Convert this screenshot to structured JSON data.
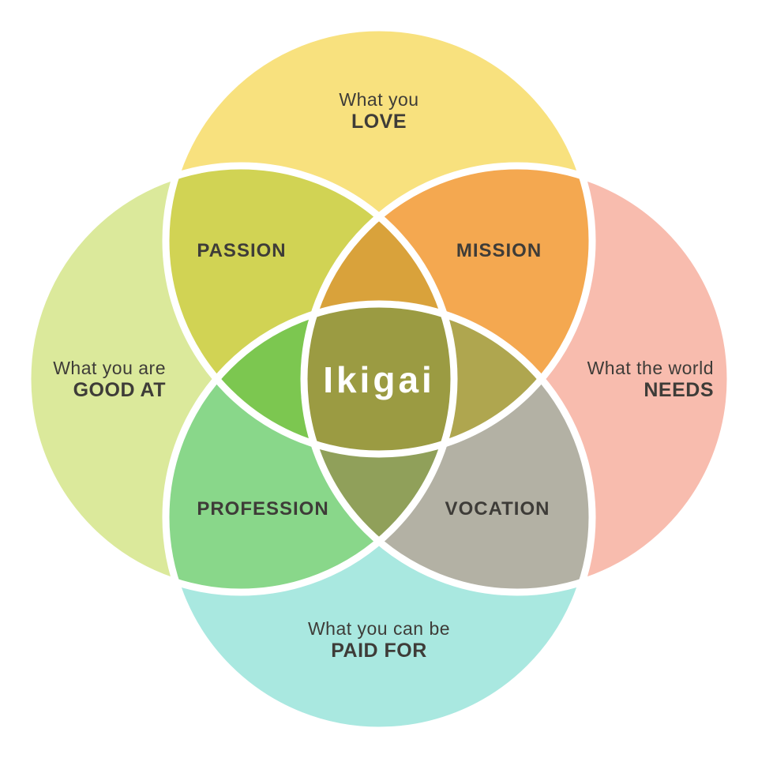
{
  "diagram": {
    "stroke_color": "#FFFFFF",
    "label_text_color": "#3E3C38",
    "center": {
      "label": "Ikigai",
      "color": "#9B9B42",
      "text_color": "#FFFFFF"
    },
    "circles": {
      "love": {
        "line1": "What you",
        "line2": "LOVE",
        "color": "#F8E17E"
      },
      "good_at": {
        "line1": "What you are",
        "line2": "GOOD AT",
        "color": "#DBE99B"
      },
      "needs": {
        "line1": "What the world",
        "line2": "NEEDS",
        "color": "#F8BCAE"
      },
      "paid_for": {
        "line1": "What you can be",
        "line2": "PAID FOR",
        "color": "#A9E8E0"
      }
    },
    "overlaps": {
      "passion": {
        "label": "PASSION",
        "color": "#D1D354"
      },
      "mission": {
        "label": "MISSION",
        "color": "#F4A850"
      },
      "profession": {
        "label": "PROFESSION",
        "color": "#89D78A"
      },
      "vocation": {
        "label": "VOCATION",
        "color": "#B3B1A4"
      },
      "love_goodat_needs": {
        "color": "#D9A23B"
      },
      "love_goodat_paidfor": {
        "color": "#7CC750"
      },
      "love_needs_paidfor": {
        "color": "#AFA64F"
      },
      "goodat_needs_paidfor": {
        "color": "#90A05A"
      }
    }
  }
}
